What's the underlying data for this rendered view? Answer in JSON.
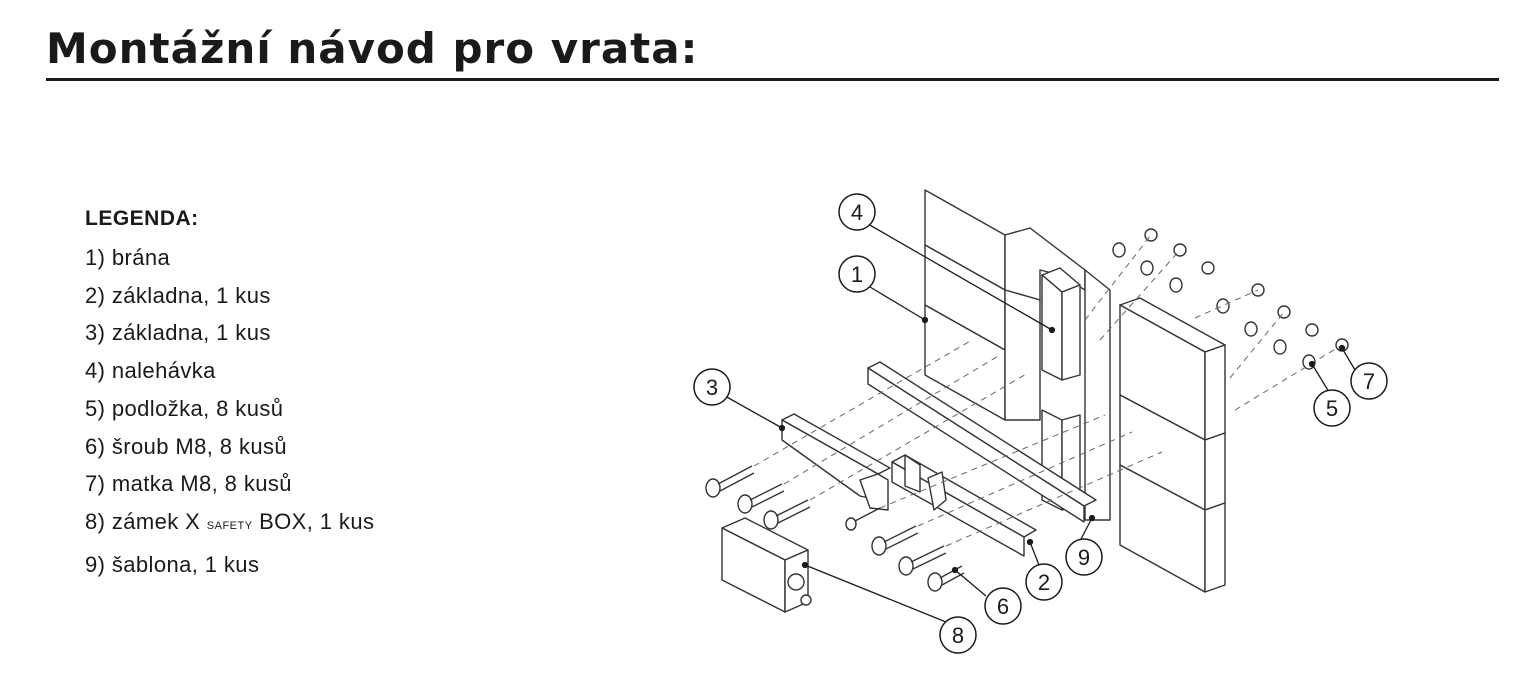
{
  "title": "Montážní návod pro vrata:",
  "legend": {
    "heading": "LEGENDA:",
    "items": [
      {
        "parts": [
          "1) brána"
        ]
      },
      {
        "parts": [
          "2) základna, 1 kus"
        ]
      },
      {
        "parts": [
          "3) základna, 1 kus"
        ]
      },
      {
        "parts": [
          "4) nalehávka"
        ]
      },
      {
        "parts": [
          "5) podložka, 8 kusů"
        ]
      },
      {
        "parts": [
          "6) šroub M8, 8 kusů"
        ]
      },
      {
        "parts": [
          "7) matka M8, 8 kusů"
        ]
      },
      {
        "parts": [
          "8) zámek X ",
          "SAFETY",
          " BOX, 1 kus"
        ]
      },
      {
        "parts": [
          "9) šablona, 1 kus"
        ]
      }
    ]
  },
  "callouts": [
    "1",
    "2",
    "3",
    "4",
    "5",
    "6",
    "7",
    "8",
    "9"
  ]
}
